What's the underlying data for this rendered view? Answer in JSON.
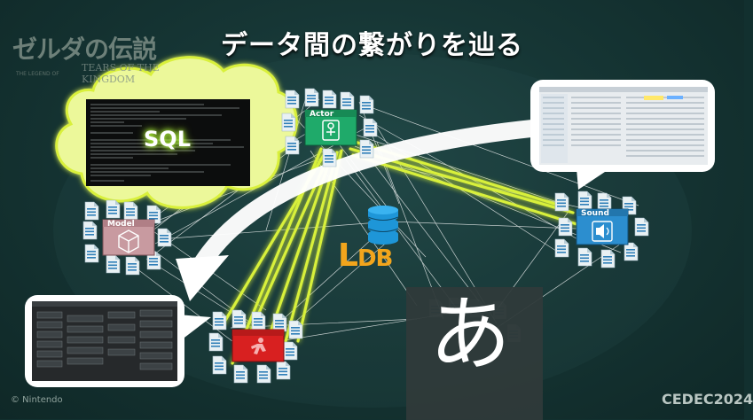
{
  "slide": {
    "title": "データ間の繋がりを辿る",
    "logo_main": "ゼルダの伝説",
    "logo_sub": "TEARS OF THE KINGDOM",
    "logo_small": "THE LEGEND OF",
    "copyright": "© Nintendo",
    "conference": "CEDEC2024"
  },
  "nodes": {
    "sql": "SQL",
    "actor": "Actor",
    "model": "Model",
    "sound": "Sound",
    "ldb_main": "L",
    "ldb_rest": "DB",
    "kana": "あ"
  },
  "colors": {
    "background": "#163635",
    "highlight": "#d8f03a",
    "actor": "#1faa6a",
    "model": "#c89aa0",
    "sound": "#2c8ecf",
    "red_node": "#d82020",
    "ldb": "#f2a51c",
    "db_icon": "#1e96d8"
  }
}
